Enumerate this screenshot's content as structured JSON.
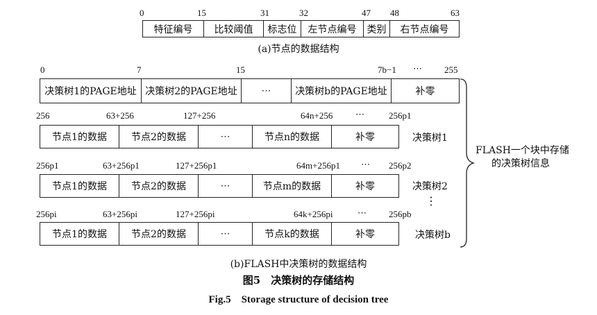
{
  "part_a": {
    "ticks": [
      "0",
      "15",
      "31",
      "32",
      "47",
      "48",
      "63"
    ],
    "cells": [
      "特征编号",
      "比较阈值",
      "标志位",
      "左节点编号",
      "类别",
      "右节点编号"
    ],
    "caption": "(a)节点的数据结构"
  },
  "part_b": {
    "row0": {
      "ticks": [
        "0",
        "7",
        "15",
        "7b−1",
        "⋯",
        "255"
      ],
      "cells": [
        "决策树1的PAGE地址",
        "决策树2的PAGE地址",
        "⋯",
        "决策树b的PAGE地址",
        "补零"
      ]
    },
    "row1": {
      "ticks": [
        "256",
        "63+256",
        "127+256",
        "64n+256",
        "⋯",
        "256p1"
      ],
      "cells": [
        "节点1的数据",
        "节点2的数据",
        "⋯",
        "节点n的数据",
        "补零"
      ],
      "label": "决策树1"
    },
    "row2": {
      "ticks": [
        "256p1",
        "63+256p1",
        "127+256p1",
        "64m+256p1",
        "⋯",
        "256p2"
      ],
      "cells": [
        "节点1的数据",
        "节点2的数据",
        "⋯",
        "节点m的数据",
        "补零"
      ],
      "label": "决策树2"
    },
    "vdots": "⋮",
    "row3": {
      "ticks": [
        "256pi",
        "63+256pi",
        "127+256pi",
        "64k+256pi",
        "⋯",
        "256pb"
      ],
      "cells": [
        "节点1的数据",
        "节点2的数据",
        "⋯",
        "节点k的数据",
        "补零"
      ],
      "label": "决策树b"
    },
    "brace_label_line1": "FLASH一个块中存储",
    "brace_label_line2": "的决策树信息",
    "caption": "(b)FLASH中决策树的数据结构"
  },
  "figure": {
    "caption_zh": "图5　决策树的存储结构",
    "caption_en": "Fig.5　Storage structure of decision tree"
  }
}
